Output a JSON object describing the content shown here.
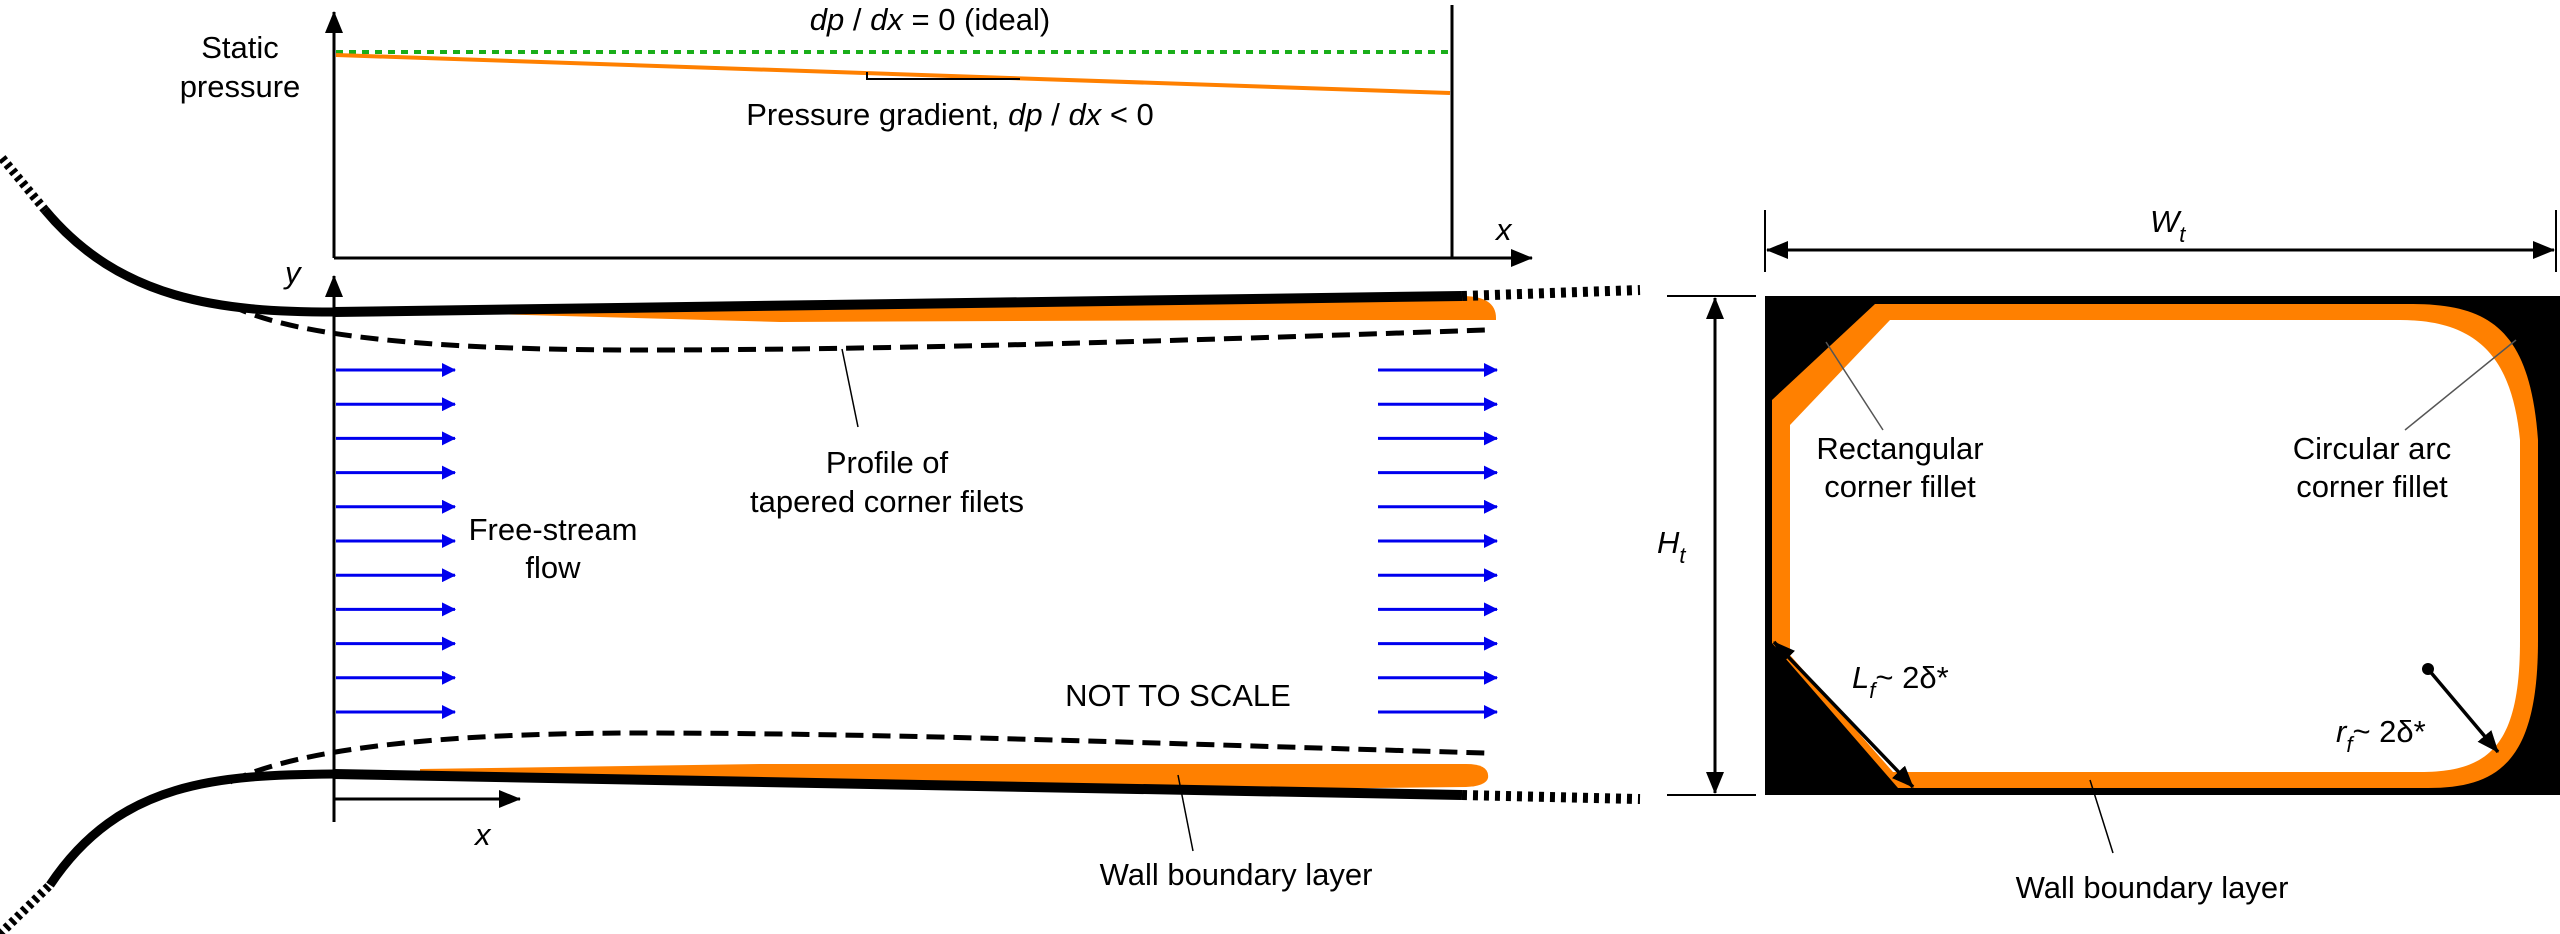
{
  "colors": {
    "boundary_layer": "#ff8000",
    "ideal_pressure": "#1aae1a",
    "pressure_gradient": "#ff8000",
    "flow_arrows": "#0000ee",
    "wall": "#000000",
    "duct_background": "#000000"
  },
  "pressure_plot": {
    "y_axis_label_line1": "Static",
    "y_axis_label_line2": "pressure",
    "x_axis_label": "x",
    "ideal_label_italic_1": "dp",
    "ideal_label_sep": " / ",
    "ideal_label_italic_2": "dx",
    "ideal_label_rest": " = 0 (ideal)",
    "gradient_label_prefix": "Pressure gradient, ",
    "gradient_label_italic_1": "dp",
    "gradient_label_sep": " / ",
    "gradient_label_italic_2": "dx",
    "gradient_label_rest": " < 0",
    "ideal_relative_pressure": 1.0,
    "gradient_relative_pressure_start": 1.0,
    "gradient_relative_pressure_end": 0.66
  },
  "side_view": {
    "y_axis_label": "y",
    "x_axis_label": "x",
    "free_stream_line1": "Free-stream",
    "free_stream_line2": "flow",
    "fillet_profile_line1": "Profile of",
    "fillet_profile_line2": "tapered corner filets",
    "not_to_scale": "NOT TO SCALE",
    "wall_bl_label": "Wall boundary layer",
    "inlet_arrow_count": 11,
    "outlet_arrow_count": 11
  },
  "cross_section": {
    "width_label": "W",
    "width_sub": "t",
    "height_label": "H",
    "height_sub": "t",
    "rect_fillet_line1": "Rectangular",
    "rect_fillet_line2": "corner fillet",
    "arc_fillet_line1": "Circular arc",
    "arc_fillet_line2": "corner fillet",
    "lf_label": "L",
    "lf_sub": "f",
    "lf_rest": "~ 2δ*",
    "rf_label": "r",
    "rf_sub": "f",
    "rf_rest": "~ 2δ*",
    "wall_bl_label": "Wall boundary layer"
  }
}
